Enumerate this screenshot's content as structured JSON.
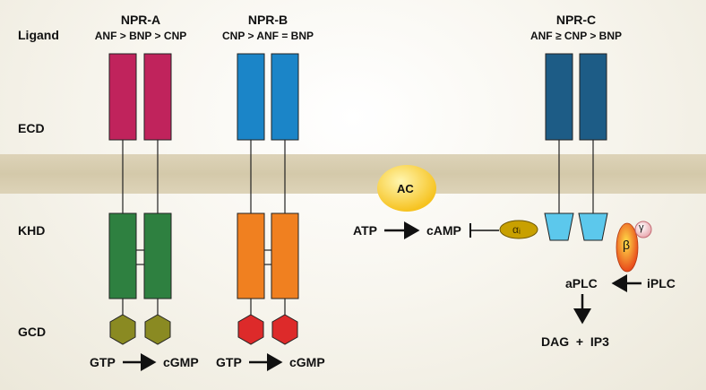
{
  "row_labels": {
    "ligand": "Ligand",
    "ecd": "ECD",
    "khd": "KHD",
    "gcd": "GCD"
  },
  "receptors": [
    {
      "name": "NPR-A",
      "order": "ANF > BNP > CNP",
      "reaction": {
        "from": "GTP",
        "to": "cGMP"
      }
    },
    {
      "name": "NPR-B",
      "order": "CNP > ANF = BNP",
      "reaction": {
        "from": "GTP",
        "to": "cGMP"
      }
    },
    {
      "name": "NPR-C",
      "order": "ANF ≥ CNP > BNP"
    }
  ],
  "pathway": {
    "enzyme": "AC",
    "atp": "ATP",
    "camp": "cAMP",
    "alpha": "αᵢ",
    "beta": "β",
    "gamma": "γ",
    "aplc": "aPLC",
    "iplc": "iPLC",
    "dag_ip3": "DAG  +  IP3"
  },
  "colors": {
    "npr_a_ecd": "#c0235c",
    "npr_a_khd": "#2e8040",
    "npr_a_gcd": "#8a8a22",
    "npr_b_ecd": "#1b85c8",
    "npr_b_khd": "#f08020",
    "npr_b_gcd": "#dd2a2a",
    "npr_c_ecd": "#1d5c86",
    "npr_c_cyt": "#5cc8ec",
    "ac": "#f6c21e",
    "alpha": "#c8a000",
    "beta": "#f26a1a",
    "gamma": "#f3c4c8",
    "membrane": "#d6cbad"
  }
}
